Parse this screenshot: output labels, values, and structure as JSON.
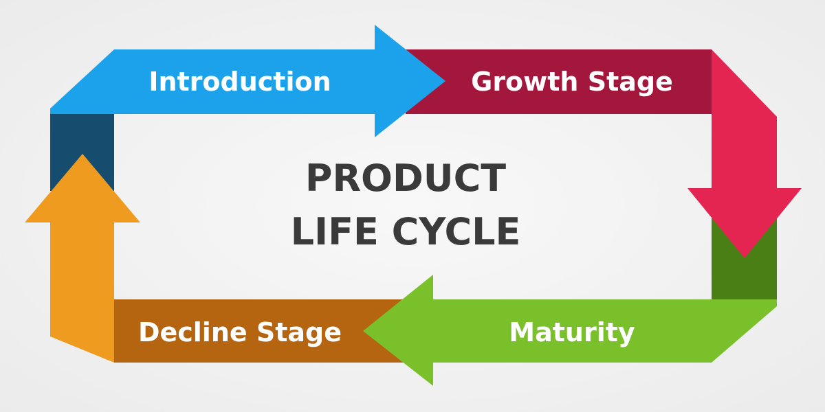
{
  "title": {
    "line1": "PRODUCT",
    "line2": "LIFE CYCLE"
  },
  "stages": [
    {
      "name": "Introduction",
      "color": "#1ba2ea"
    },
    {
      "name": "Growth Stage",
      "color": "#a3173c"
    },
    {
      "name": "Maturity",
      "color": "#79c02b"
    },
    {
      "name": "Decline Stage",
      "color": "#b5650f"
    }
  ],
  "colors": {
    "introduction": "#1ba2ea",
    "introduction_fold": "#164c6e",
    "growth": "#a3173c",
    "growth_arrow": "#e42551",
    "maturity": "#79c02b",
    "maturity_fold": "#4a7f16",
    "decline": "#b5650f",
    "decline_arrow": "#ee9b1f",
    "title_text": "#3a3a3a"
  }
}
